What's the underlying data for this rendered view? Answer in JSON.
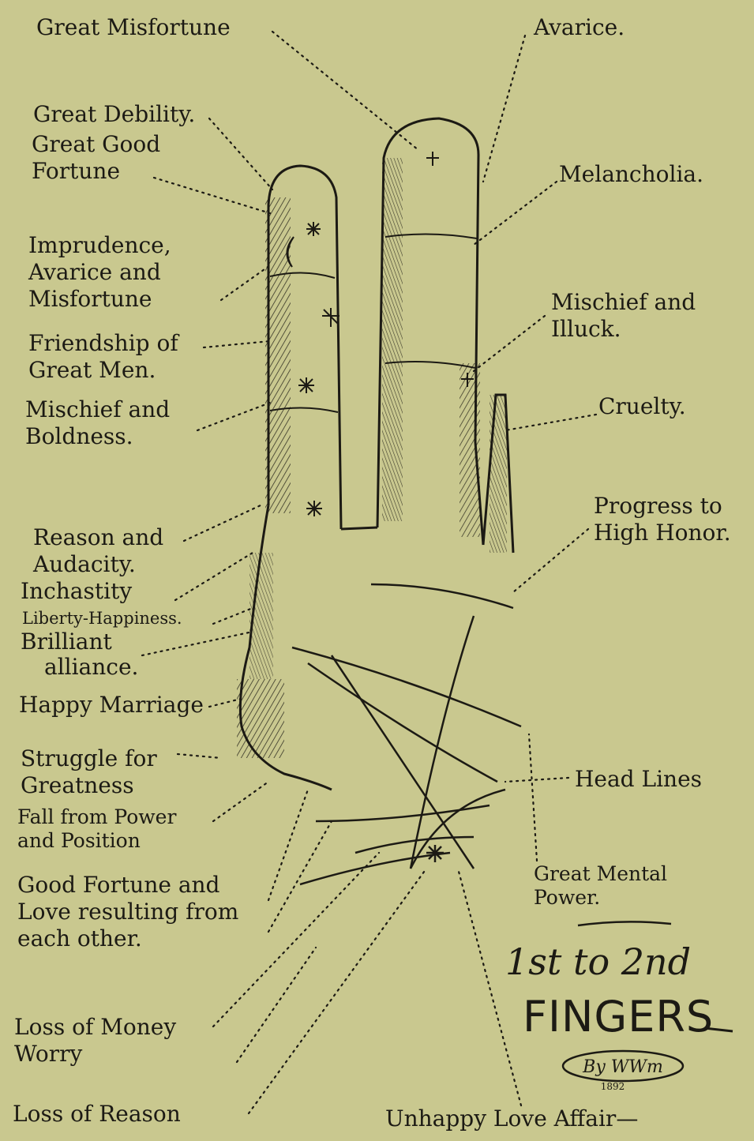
{
  "labels": {
    "great_misfortune": "Great Misfortune",
    "avarice": "Avarice.",
    "great_debility": "Great Debility.",
    "great_good_fortune": "Great Good\nFortune",
    "melancholia": "Melancholia.",
    "imprudence": "Imprudence,\nAvarice and\nMisfortune",
    "mischief_illuck": "Mischief and\nIlluck.",
    "friendship": "Friendship of\nGreat Men.",
    "cruelty": "Cruelty.",
    "mischief_boldness": "Mischief and\nBoldness.",
    "progress": "Progress to\nHigh Honor.",
    "reason_audacity": "Reason and\nAudacity.",
    "inchastity": "Inchastity",
    "liberty": "Liberty-Happiness.",
    "brilliant": "Brilliant",
    "alliance": "alliance.",
    "happy_marriage": "Happy Marriage",
    "struggle": "Struggle for\nGreatness",
    "head_lines": "Head Lines",
    "fall": "Fall from Power\nand Position",
    "great_mental": "Great Mental\nPower.",
    "good_fortune_love": "Good Fortune and\nLove resulting from\neach other.",
    "loss_money": "Loss of Money\nWorry",
    "loss_reason": "Loss of Reason",
    "unhappy": "Unhappy Love Affair—"
  },
  "title": {
    "ordinal": "1st to 2nd",
    "main": "FINGERS"
  },
  "signature": {
    "initials": "By WWm",
    "year": "1892"
  },
  "colors": {
    "paper": "#c9c88f",
    "ink": "#1c1a14"
  }
}
